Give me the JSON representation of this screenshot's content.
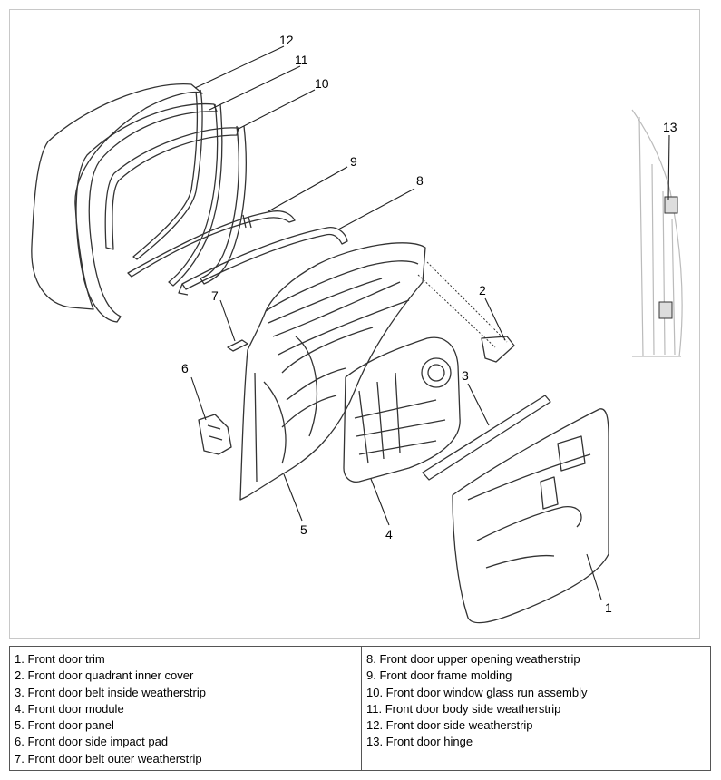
{
  "callouts": {
    "c1": "1",
    "c2": "2",
    "c3": "3",
    "c4": "4",
    "c5": "5",
    "c6": "6",
    "c7": "7",
    "c8": "8",
    "c9": "9",
    "c10": "10",
    "c11": "11",
    "c12": "12",
    "c13": "13"
  },
  "legend": {
    "left": [
      "1. Front door trim",
      "2. Front door quadrant inner cover",
      "3. Front door belt inside weatherstrip",
      "4. Front door module",
      "5. Front door panel",
      "6. Front door side impact pad",
      "7. Front door belt outer weatherstrip"
    ],
    "right": [
      "8. Front door upper opening weatherstrip",
      "9. Front door frame molding",
      "10. Front door window glass run assembly",
      "11. Front door body side weatherstrip",
      "12. Front door side weatherstrip",
      "13. Front door hinge"
    ]
  },
  "colors": {
    "line": "#333333",
    "frame": "#c8c8c8",
    "hinge_gray": "#bbbbbb"
  }
}
